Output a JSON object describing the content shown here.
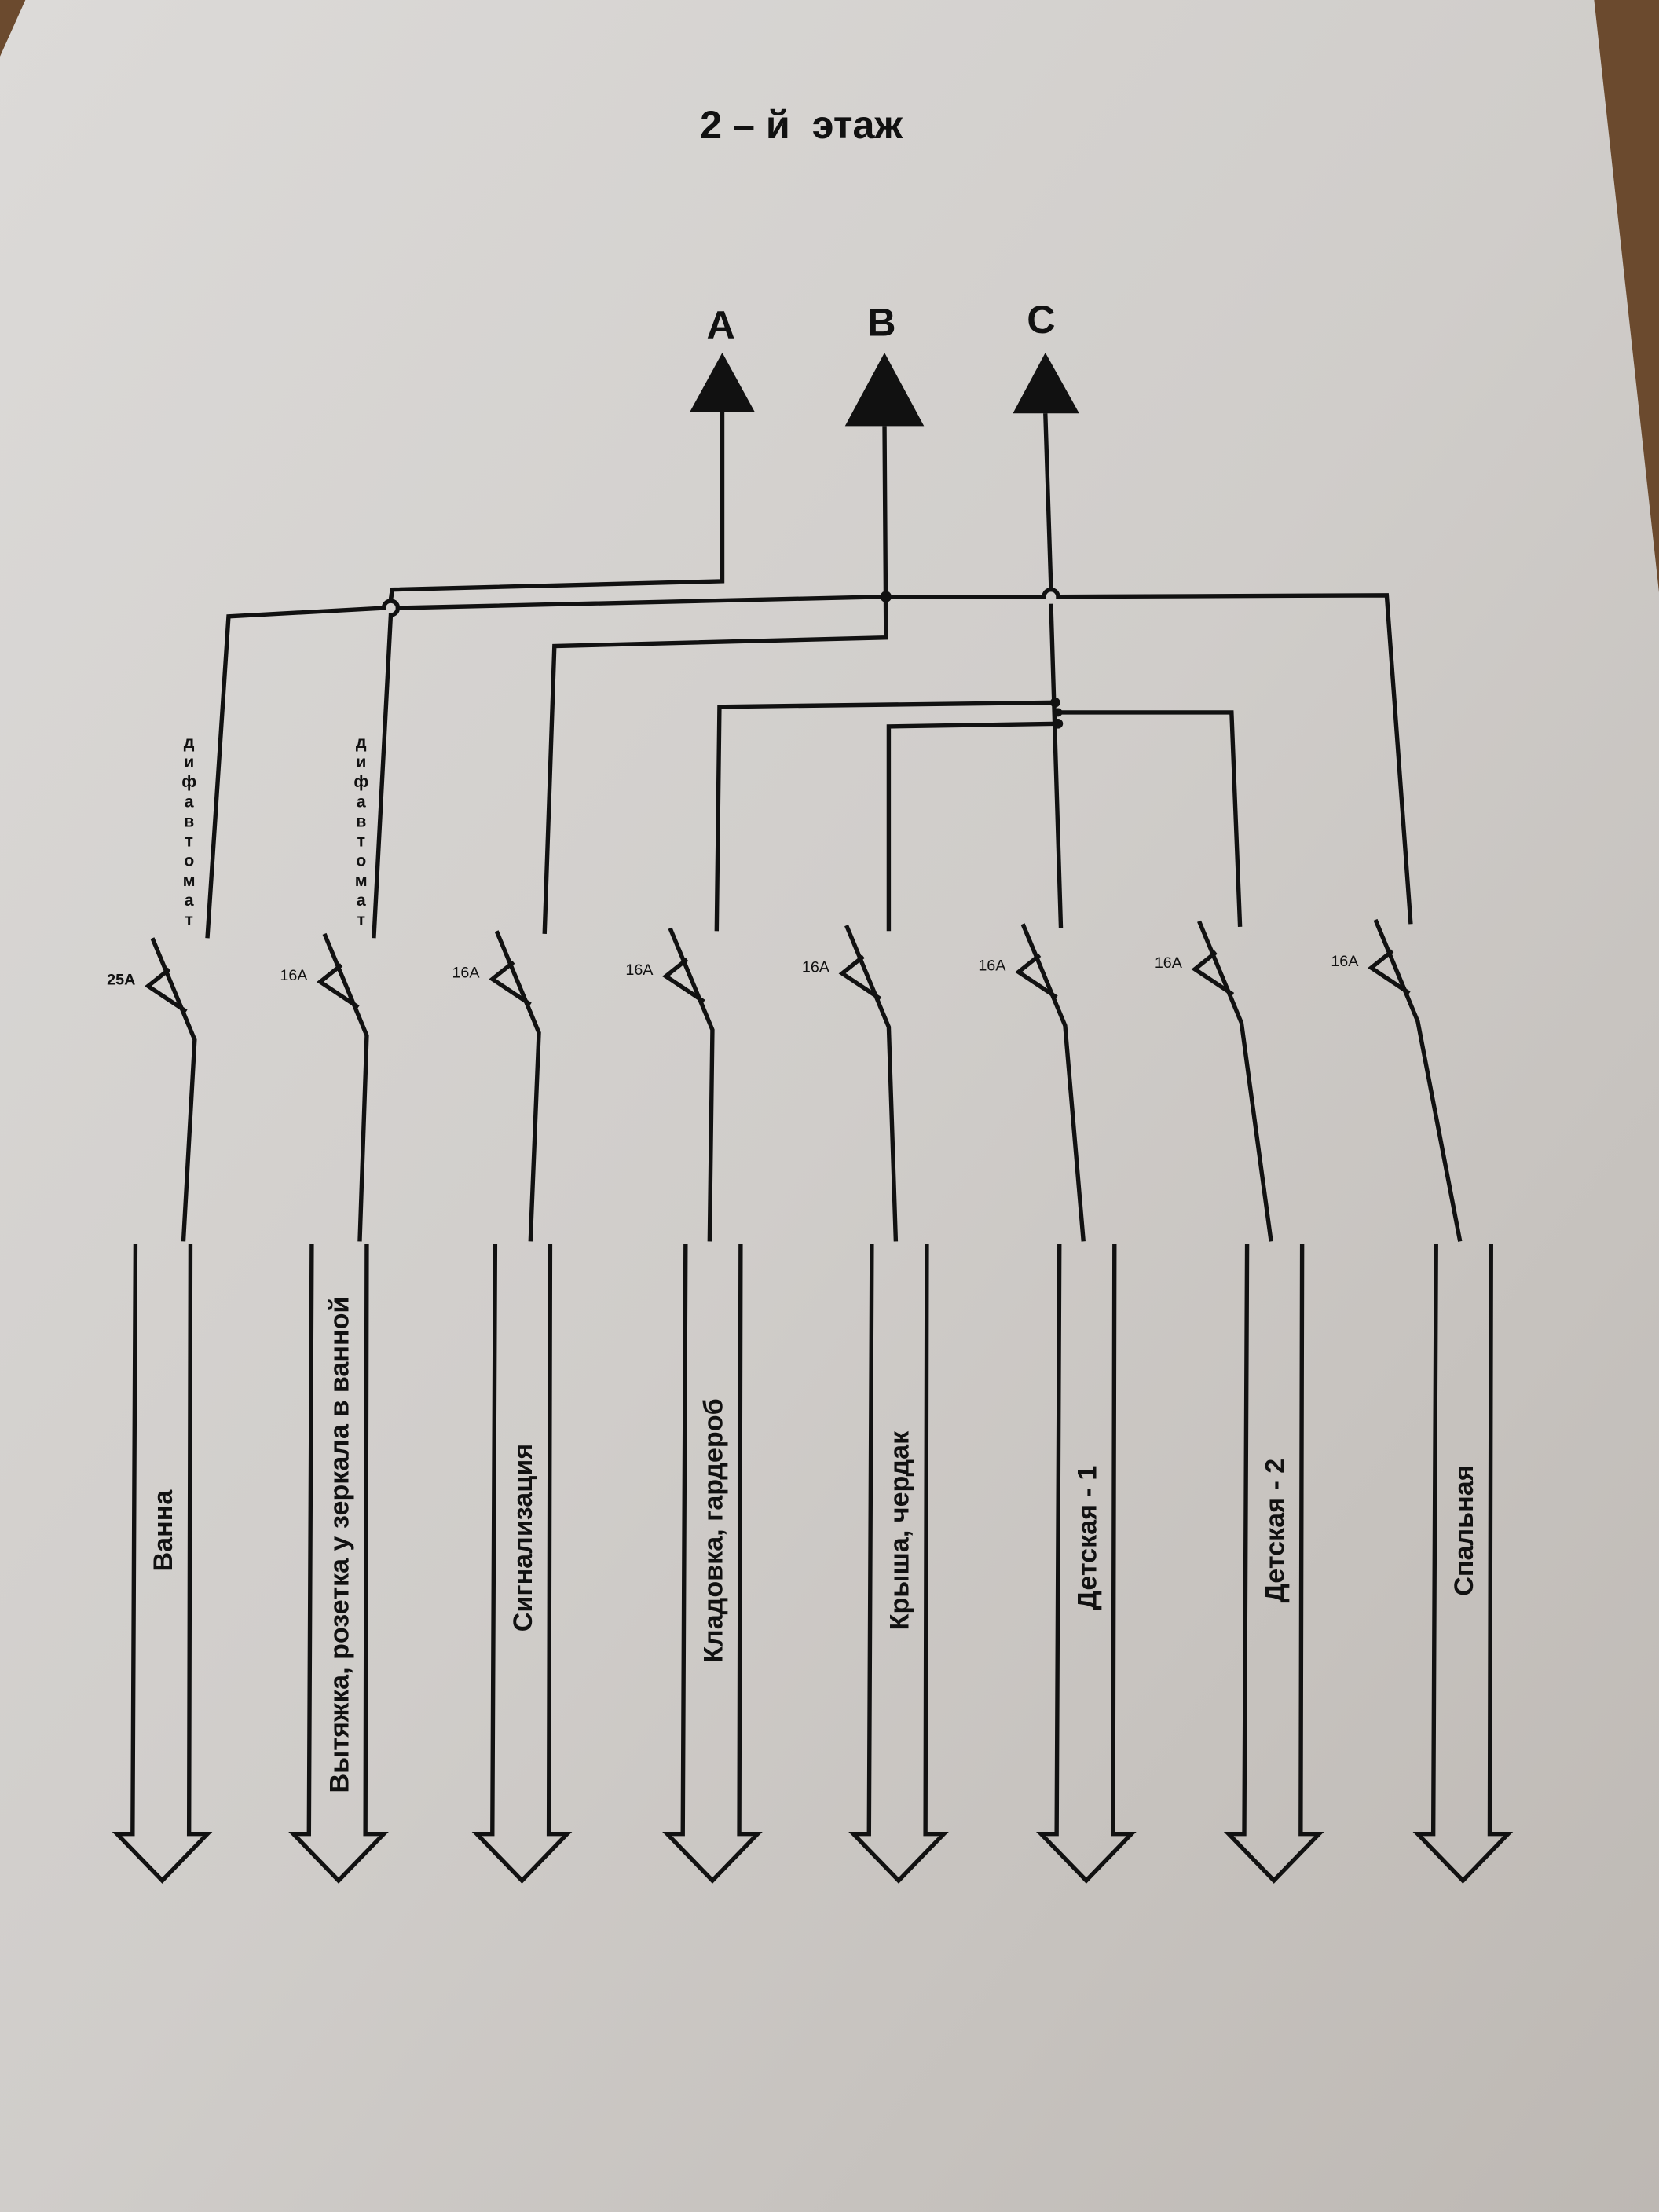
{
  "title": "2 – й  этаж",
  "phases": [
    "A",
    "B",
    "C"
  ],
  "rcd_label": "дифавтомат",
  "circuits": [
    {
      "rating": "25A",
      "label": "Ванна",
      "rcd": true
    },
    {
      "rating": "16A",
      "label": "Вытяжка, розетка у зеркала в ванной",
      "rcd": true
    },
    {
      "rating": "16A",
      "label": "Сигнализация",
      "rcd": false
    },
    {
      "rating": "16A",
      "label": "Кладовка, гардероб",
      "rcd": false
    },
    {
      "rating": "16A",
      "label": "Крыша, чердак",
      "rcd": false
    },
    {
      "rating": "16A",
      "label": "Детская - 1",
      "rcd": false
    },
    {
      "rating": "16A",
      "label": "Детская - 2",
      "rcd": false
    },
    {
      "rating": "16A",
      "label": "Спальная",
      "rcd": false
    }
  ],
  "colors": {
    "paper": "#d6d3d0",
    "ink": "#111111",
    "table": "#6b4a2e"
  }
}
